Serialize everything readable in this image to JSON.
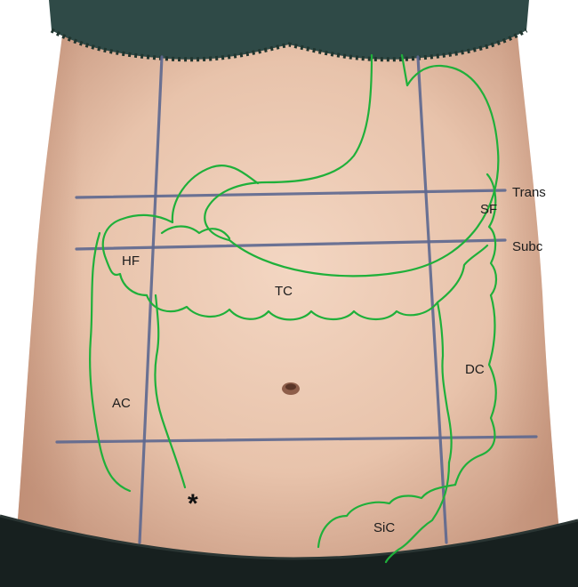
{
  "labels": {
    "trans": "Trans",
    "subc": "Subc",
    "sf": "SF",
    "hf": "HF",
    "tc": "TC",
    "dc": "DC",
    "ac": "AC",
    "sic": "SiC",
    "asterisk": "*"
  },
  "colors": {
    "colon_outline": "#1fb03a",
    "grid_lines": "#5d6890",
    "skin": "#e9c7b1",
    "garment": "#17201f",
    "bra": "#2f4a47"
  }
}
